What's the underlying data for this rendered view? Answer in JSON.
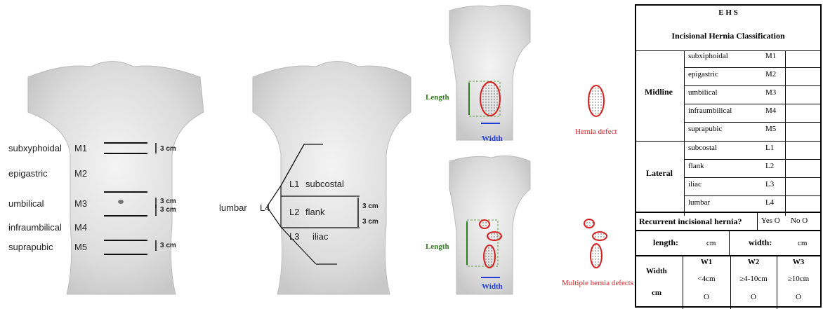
{
  "panel1": {
    "labels": [
      {
        "name": "subxyphoidal",
        "code": "M1"
      },
      {
        "name": "epigastric",
        "code": "M2"
      },
      {
        "name": "umbilical",
        "code": "M3"
      },
      {
        "name": "infraumbilical",
        "code": "M4"
      },
      {
        "name": "suprapubic",
        "code": "M5"
      }
    ],
    "measure_top": "3 cm",
    "measure_mid1": "3 cm",
    "measure_mid2": "3 cm",
    "measure_bottom": "3 cm"
  },
  "panel2": {
    "side_label": "lumbar",
    "side_code": "L4",
    "regions": [
      {
        "code": "L1",
        "name": "subcostal"
      },
      {
        "code": "L2",
        "name": "flank"
      },
      {
        "code": "L3",
        "name": "iliac"
      }
    ],
    "measure1": "3 cm",
    "measure2": "3 cm"
  },
  "panel3": {
    "length_top": "Length",
    "width_top": "Width",
    "length_bottom": "Length",
    "width_bottom": "Width",
    "hernia_defect": "Hernia defect",
    "multiple_defects": "Multiple hernia defects"
  },
  "table": {
    "title1": "E H S",
    "title2": "Incisional Hernia Classification",
    "midline": "Midline",
    "midline_rows": [
      {
        "name": "subxiphoidal",
        "code": "M1"
      },
      {
        "name": "epigastric",
        "code": "M2"
      },
      {
        "name": "umbilical",
        "code": "M3"
      },
      {
        "name": "infraumbilical",
        "code": "M4"
      },
      {
        "name": "suprapubic",
        "code": "M5"
      }
    ],
    "lateral": "Lateral",
    "lateral_rows": [
      {
        "name": "subcostal",
        "code": "L1"
      },
      {
        "name": "flank",
        "code": "L2"
      },
      {
        "name": "iliac",
        "code": "L3"
      },
      {
        "name": "lumbar",
        "code": "L4"
      }
    ],
    "recurrent": "Recurrent incisional hernia?",
    "yes": "Yes O",
    "no": "No  O",
    "length_label": "length:",
    "length_unit": "cm",
    "width_label": "width:",
    "width_unit": "cm",
    "width_header": "Width",
    "width_header_unit": "cm",
    "w_cols": [
      {
        "code": "W1",
        "range": "<4cm",
        "mark": "O"
      },
      {
        "code": "W2",
        "range": "≥4-10cm",
        "mark": "O"
      },
      {
        "code": "W3",
        "range": "≥10cm",
        "mark": "O"
      }
    ]
  }
}
